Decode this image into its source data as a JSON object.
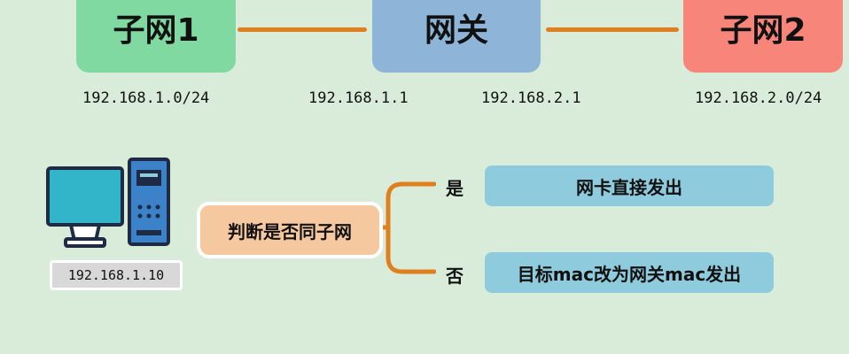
{
  "nodes": {
    "subnet1": {
      "label": "子网1",
      "color": "#7fd9a0"
    },
    "gateway": {
      "label": "网关",
      "color": "#8eb5d8"
    },
    "subnet2": {
      "label": "子网2",
      "color": "#f7857a"
    }
  },
  "ips": {
    "subnet1": "192.168.1.0/24",
    "gateway_left": "192.168.1.1",
    "gateway_right": "192.168.2.1",
    "subnet2": "192.168.2.0/24",
    "host": "192.168.1.10"
  },
  "decision": {
    "label": "判断是否同子网",
    "yes_label": "是",
    "no_label": "否",
    "yes_action": "网卡直接发出",
    "no_action": "目标mac改为网关mac发出"
  },
  "icons": {
    "host": "computer-icon"
  },
  "colors": {
    "link": "#e07f1e",
    "background": "#d9ecd9"
  }
}
